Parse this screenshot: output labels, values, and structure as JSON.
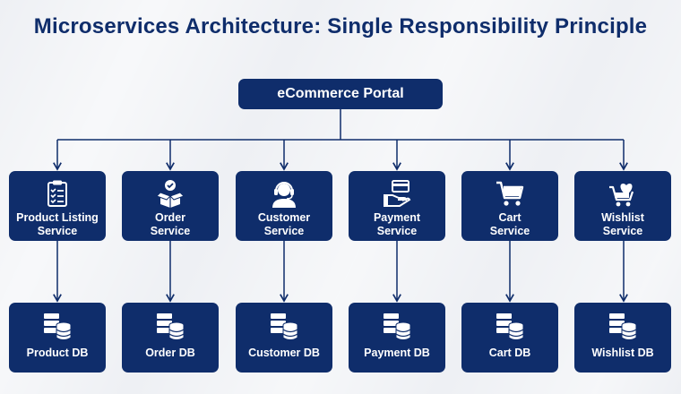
{
  "title": "Microservices Architecture: Single Responsibility Principle",
  "portal": {
    "label": "eCommerce Portal"
  },
  "services": [
    {
      "label": "Product Listing\nService",
      "icon": "clipboard-checklist-icon"
    },
    {
      "label": "Order\nService",
      "icon": "open-box-check-icon"
    },
    {
      "label": "Customer\nService",
      "icon": "headset-agent-icon"
    },
    {
      "label": "Payment\nService",
      "icon": "hand-card-payment-icon"
    },
    {
      "label": "Cart\nService",
      "icon": "shopping-cart-icon"
    },
    {
      "label": "Wishlist\nService",
      "icon": "cart-heart-icon"
    }
  ],
  "databases": [
    {
      "label": "Product DB",
      "icon": "server-database-icon"
    },
    {
      "label": "Order DB",
      "icon": "server-database-icon"
    },
    {
      "label": "Customer DB",
      "icon": "server-database-icon"
    },
    {
      "label": "Payment DB",
      "icon": "server-database-icon"
    },
    {
      "label": "Cart DB",
      "icon": "server-database-icon"
    },
    {
      "label": "Wishlist DB",
      "icon": "server-database-icon"
    }
  ],
  "colors": {
    "box": "#0f2d6b",
    "connector": "#0f2d6b",
    "background": "#eef0f4"
  }
}
